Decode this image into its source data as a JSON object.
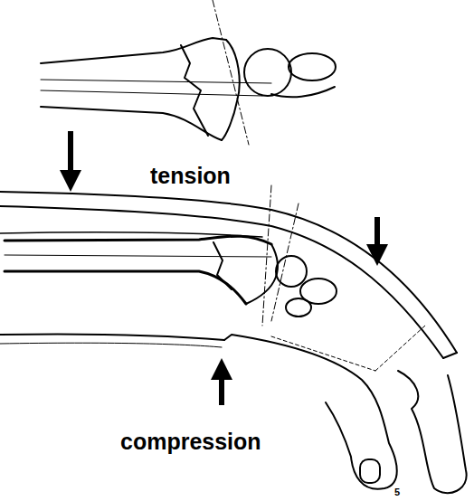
{
  "diagram": {
    "labels": [
      "tension",
      "compression",
      "5"
    ]
  }
}
